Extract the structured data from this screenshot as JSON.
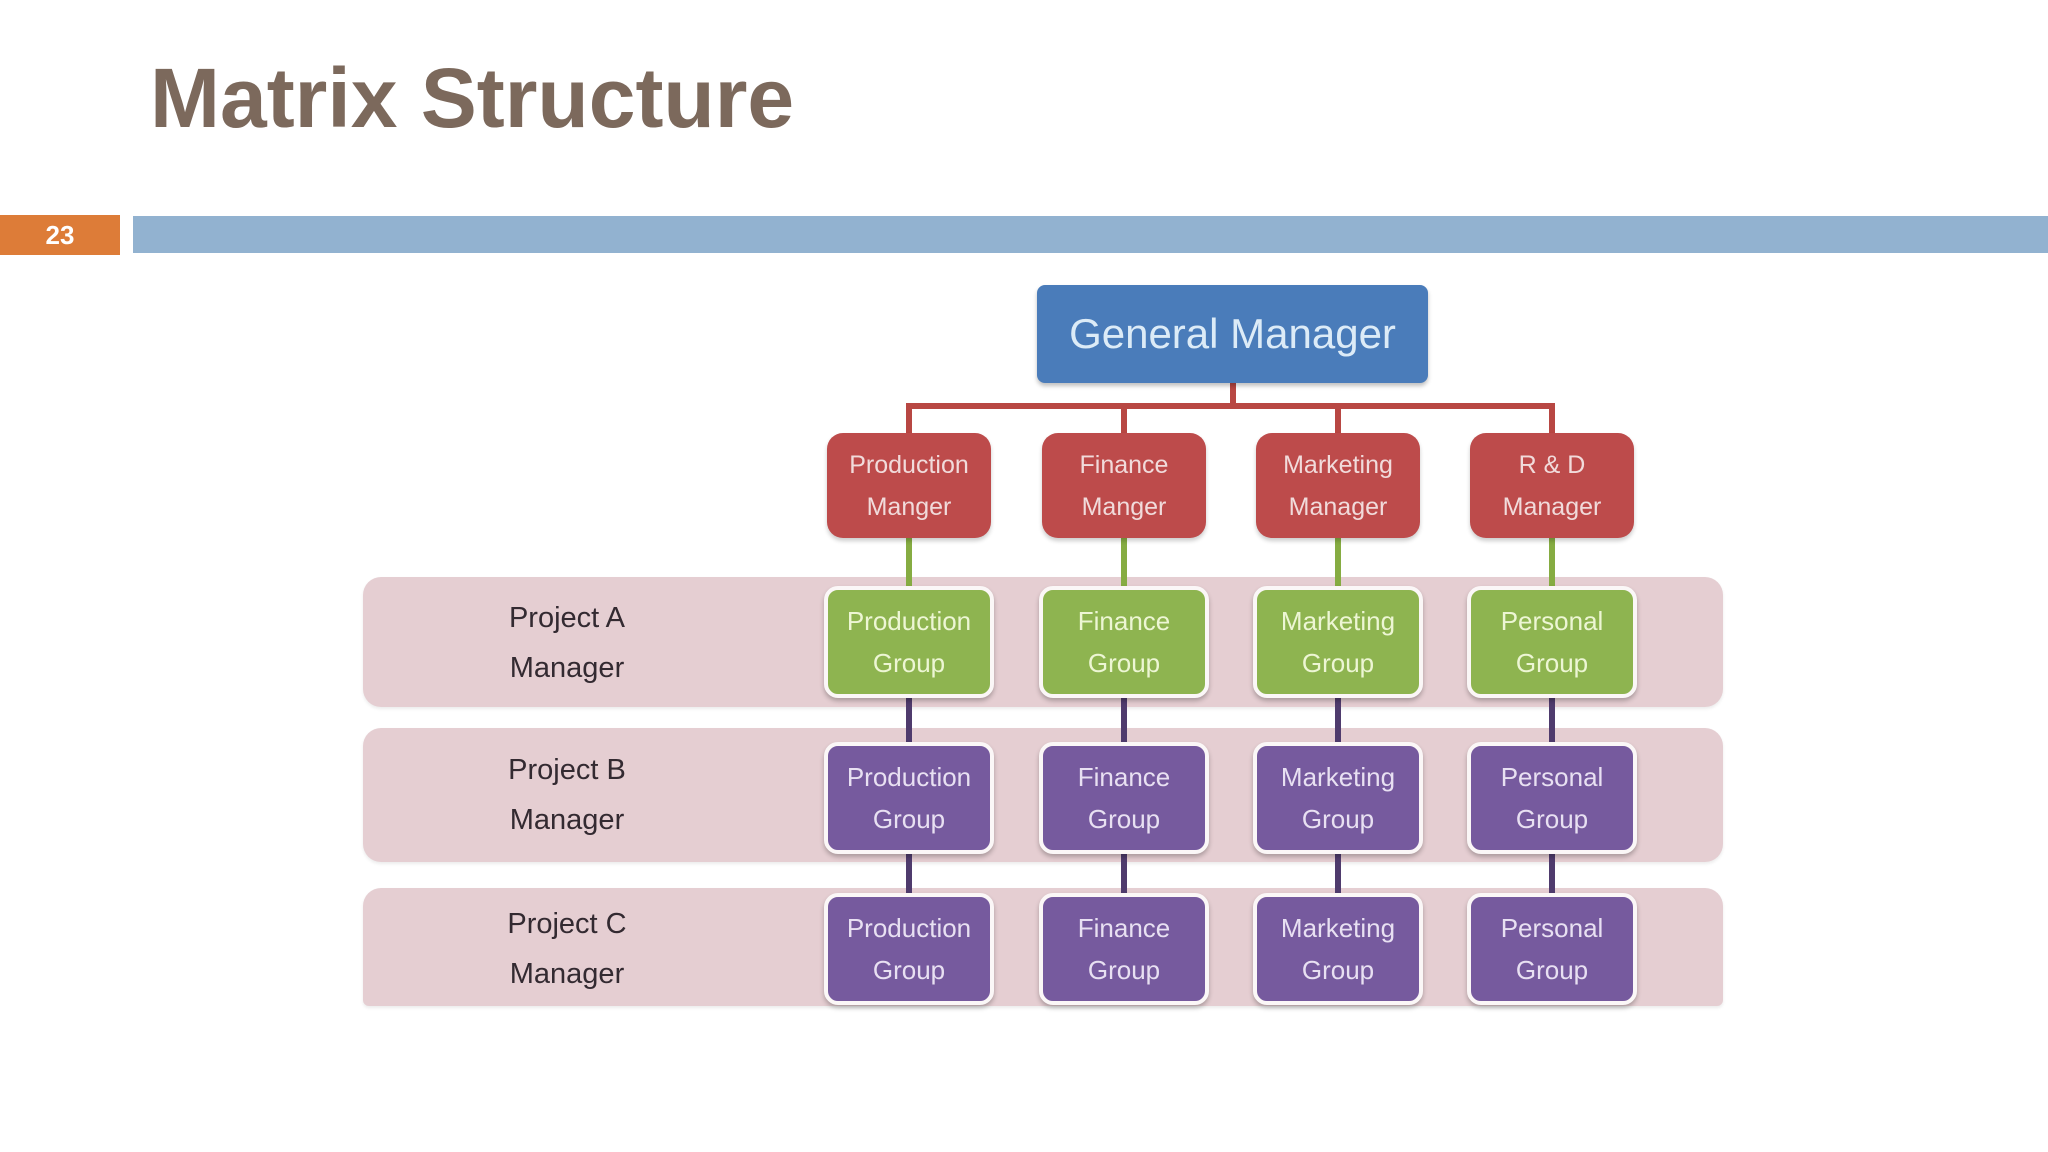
{
  "slide": {
    "title": "Matrix Structure",
    "page_number": "23"
  },
  "org_chart": {
    "root_label": "General Manager",
    "functional_managers": [
      {
        "line1": "Production",
        "line2": "Manger"
      },
      {
        "line1": "Finance",
        "line2": "Manger"
      },
      {
        "line1": "Marketing",
        "line2": "Manager"
      },
      {
        "line1": "R & D",
        "line2": "Manager"
      }
    ],
    "project_rows": [
      {
        "label_line1": "Project A",
        "label_line2": "Manager",
        "groups": [
          {
            "line1": "Production",
            "line2": "Group"
          },
          {
            "line1": "Finance",
            "line2": "Group"
          },
          {
            "line1": "Marketing",
            "line2": "Group"
          },
          {
            "line1": "Personal",
            "line2": "Group"
          }
        ]
      },
      {
        "label_line1": "Project B",
        "label_line2": "Manager",
        "groups": [
          {
            "line1": "Production",
            "line2": "Group"
          },
          {
            "line1": "Finance",
            "line2": "Group"
          },
          {
            "line1": "Marketing",
            "line2": "Group"
          },
          {
            "line1": "Personal",
            "line2": "Group"
          }
        ]
      },
      {
        "label_line1": "Project C",
        "label_line2": "Manager",
        "groups": [
          {
            "line1": "Production",
            "line2": "Group"
          },
          {
            "line1": "Finance",
            "line2": "Group"
          },
          {
            "line1": "Marketing",
            "line2": "Group"
          },
          {
            "line1": "Personal",
            "line2": "Group"
          }
        ]
      }
    ]
  },
  "colors": {
    "title_text": "#7c695c",
    "page_badge_bg": "#dd7c38",
    "top_bar": "#92b2d0",
    "root_box": "#4a7cba",
    "manager_box": "#bd4b4b",
    "group_box_row_a": "#8eb450",
    "group_box_rows_bc": "#765a9e",
    "project_band": "#e5ced2",
    "connector_red": "#b84743",
    "connector_green": "#86ac42",
    "connector_purple": "#4f3b6d"
  }
}
